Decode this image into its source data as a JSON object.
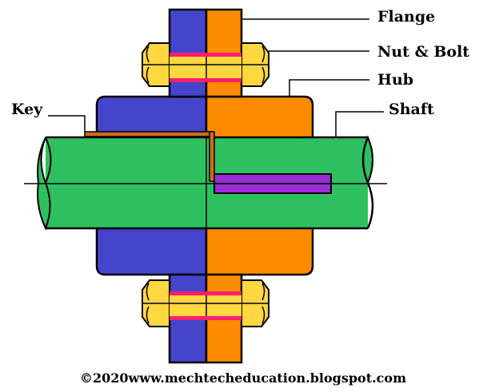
{
  "labels": {
    "flange": "Flange",
    "nut_bolt": "Nut & Bolt",
    "hub": "Hub",
    "shaft": "Shaft",
    "key": "Key"
  },
  "credit": "©2020www.mechtecheducation.blogspot.com",
  "colors": {
    "left_part": "#4545cc",
    "right_part": "#ff8c00",
    "shaft": "#2ec060",
    "nut": "#ffd740",
    "bolt": "#ff1e6e",
    "key": "#d2691e",
    "keyway": "#9a2bd6",
    "outline": "#000000"
  }
}
